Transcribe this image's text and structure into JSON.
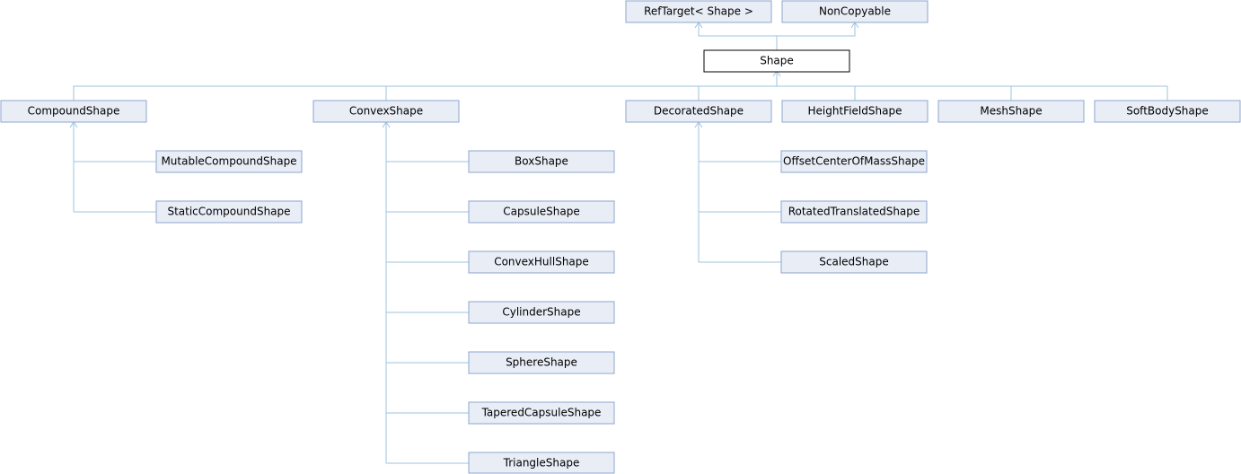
{
  "diagram": {
    "nodes": {
      "reftarget": "RefTarget< Shape >",
      "noncopyable": "NonCopyable",
      "shape": "Shape",
      "compound": "CompoundShape",
      "convex": "ConvexShape",
      "decorated": "DecoratedShape",
      "heightfield": "HeightFieldShape",
      "mesh": "MeshShape",
      "softbody": "SoftBodyShape",
      "mutablecompound": "MutableCompoundShape",
      "staticcompound": "StaticCompoundShape",
      "box": "BoxShape",
      "capsule": "CapsuleShape",
      "convexhull": "ConvexHullShape",
      "cylinder": "CylinderShape",
      "sphere": "SphereShape",
      "taperedcapsule": "TaperedCapsuleShape",
      "triangle": "TriangleShape",
      "offsetcom": "OffsetCenterOfMassShape",
      "rotatedtranslated": "RotatedTranslatedShape",
      "scaled": "ScaledShape"
    }
  }
}
